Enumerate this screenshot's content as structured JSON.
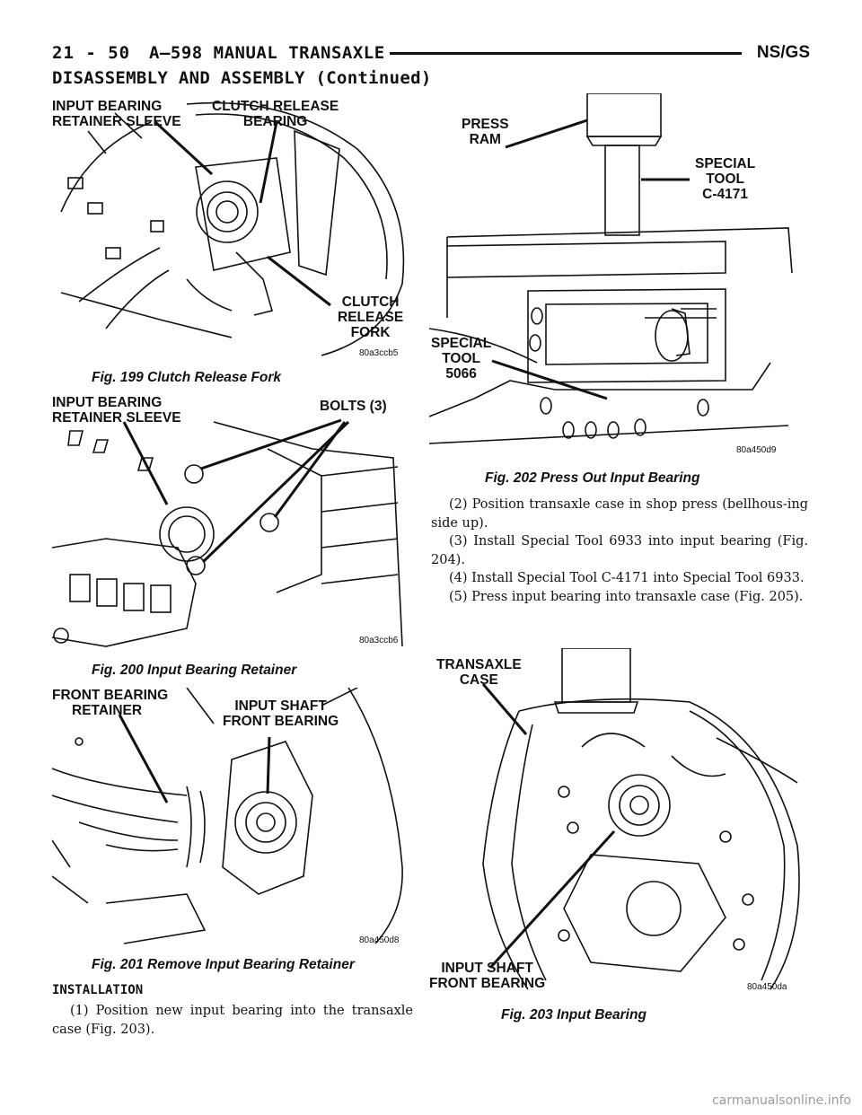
{
  "header": {
    "page_number": "21 - 50",
    "manual_title": "A–598 MANUAL TRANSAXLE",
    "model": "NS/GS"
  },
  "section_title": "DISASSEMBLY AND ASSEMBLY (Continued)",
  "figures": {
    "fig199": {
      "caption": "Fig. 199 Clutch Release Fork",
      "code": "80a3ccb5",
      "labels": {
        "a1": "INPUT BEARING",
        "a2": "RETAINER SLEEVE",
        "b1": "CLUTCH RELEASE",
        "b2": "BEARING",
        "c1": "CLUTCH",
        "c2": "RELEASE",
        "c3": "FORK"
      }
    },
    "fig200": {
      "caption": "Fig. 200 Input Bearing Retainer",
      "code": "80a3ccb6",
      "labels": {
        "a1": "INPUT BEARING",
        "a2": "RETAINER SLEEVE",
        "b1": "BOLTS (3)"
      }
    },
    "fig201": {
      "caption": "Fig. 201 Remove Input Bearing Retainer",
      "code": "80a450d8",
      "labels": {
        "a1": "FRONT BEARING",
        "a2": "RETAINER",
        "b1": "INPUT SHAFT",
        "b2": "FRONT BEARING"
      }
    },
    "fig202": {
      "caption": "Fig. 202 Press Out Input Bearing",
      "code": "80a450d9",
      "labels": {
        "a1": "PRESS",
        "a2": "RAM",
        "b1": "SPECIAL",
        "b2": "TOOL",
        "b3": "C-4171",
        "c1": "SPECIAL",
        "c2": "TOOL",
        "c3": "5066"
      }
    },
    "fig203": {
      "caption": "Fig. 203 Input Bearing",
      "code": "80a450da",
      "labels": {
        "a1": "TRANSAXLE",
        "a2": "CASE",
        "b1": "INPUT SHAFT",
        "b2": "FRONT BEARING"
      }
    }
  },
  "installation": {
    "heading": "INSTALLATION",
    "step1": "(1) Position new input bearing into the transaxle case (Fig. 203)."
  },
  "right_steps": {
    "step2": "(2) Position transaxle case in shop press (bellhous-ing side up).",
    "step3": "(3) Install Special Tool 6933 into input bearing (Fig. 204).",
    "step4": "(4) Install Special Tool C-4171 into Special Tool 6933.",
    "step5": "(5) Press input bearing into transaxle case (Fig. 205)."
  },
  "watermark": "carmanualsonline.info"
}
